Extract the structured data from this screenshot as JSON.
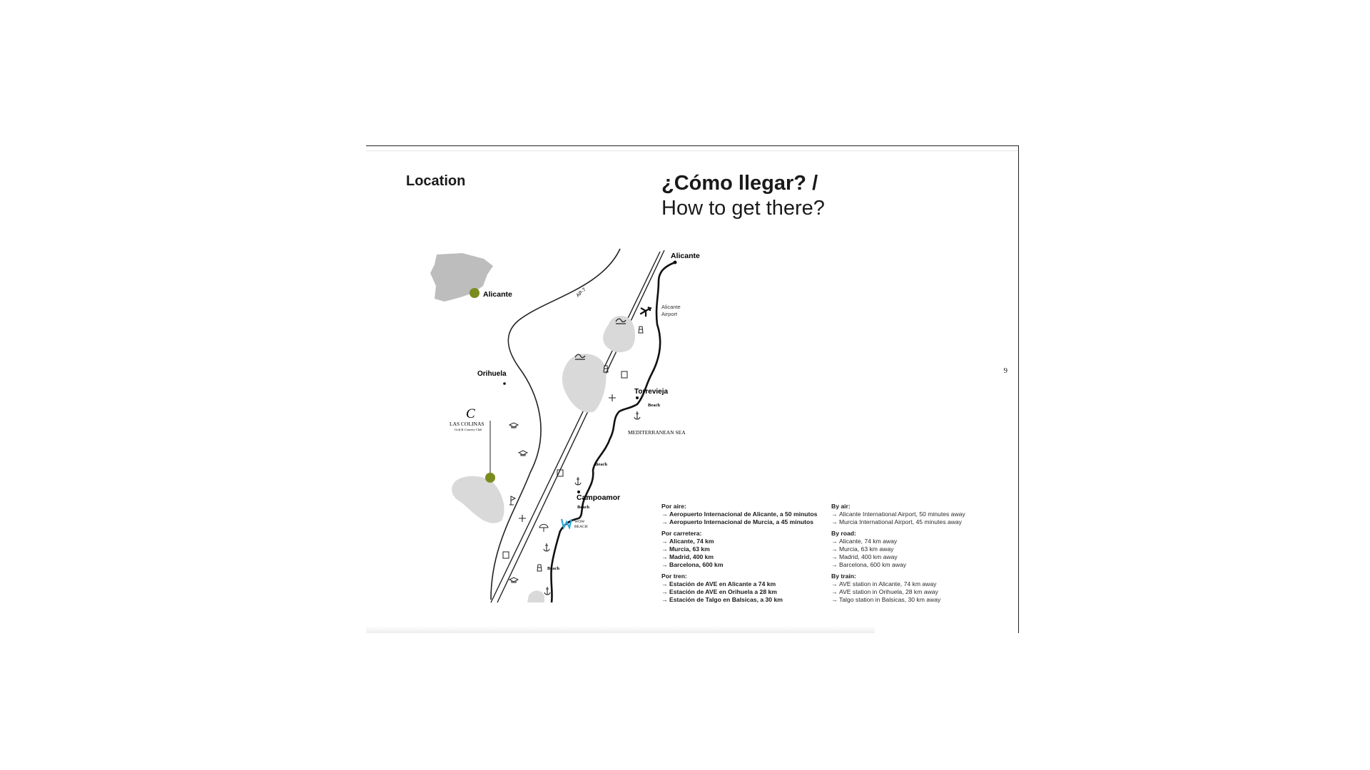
{
  "page": {
    "section_label": "Location",
    "title_es": "¿Cómo llegar? /",
    "title_en": "How to get there?",
    "page_number": "9"
  },
  "map": {
    "labels": {
      "alicante_inset": "Alicante",
      "alicante_city": "Alicante",
      "airport": "Alicante",
      "airport_2": "Airport",
      "ap7": "AP-7",
      "orihuela": "Orihuela",
      "torrevieja": "Torrevieja",
      "beach_1": "Beach",
      "beach_2": "Beach",
      "beach_3": "Beach",
      "beach_4": "Beach",
      "sea": "MEDITERRANEAN SEA",
      "campoamor": "Campoamor",
      "wow_1": "WOW",
      "wow_2": "BEACH",
      "club_name": "LAS COLINAS",
      "club_sub": "Golf & Country Club"
    },
    "colors": {
      "accent_green": "#7a8c1e",
      "land_gray": "#d9d9d9",
      "inset_gray": "#bdbdbd",
      "wow_blue": "#2ea7d8"
    },
    "icons": [
      "airplane-icon",
      "wave-icon",
      "anchor-icon",
      "golf-flag-icon",
      "shopping-bag-icon",
      "cross-icon",
      "graduation-cap-icon",
      "umbrella-icon",
      "tower-icon"
    ]
  },
  "info": {
    "es": {
      "air_title": "Por aire:",
      "air": [
        "Aeropuerto Internacional de Alicante, a 50 minutos",
        "Aeropuerto Internacional de Murcia, a 45 minutos"
      ],
      "road_title": "Por carretera:",
      "road": [
        "Alicante, 74 km",
        "Murcia, 63 km",
        "Madrid, 400 km",
        "Barcelona, 600 km"
      ],
      "train_title": "Por tren:",
      "train": [
        "Estación de AVE en Alicante a 74 km",
        "Estación de AVE en Orihuela a 28 km",
        "Estación de Talgo en Balsicas, a 30 km"
      ]
    },
    "en": {
      "air_title": "By air:",
      "air": [
        "Alicante International Airport, 50 minutes away",
        "Murcia International Airport, 45 minutes away"
      ],
      "road_title": "By road:",
      "road": [
        "Alicante, 74 km away",
        "Murcia, 63 km away",
        "Madrid, 400 km away",
        "Barcelona, 600 km away"
      ],
      "train_title": "By train:",
      "train": [
        "AVE station in Alicante, 74 km away",
        "AVE station in Orihuela, 28 km away",
        "Talgo station in Balsicas, 30 km away"
      ]
    }
  }
}
